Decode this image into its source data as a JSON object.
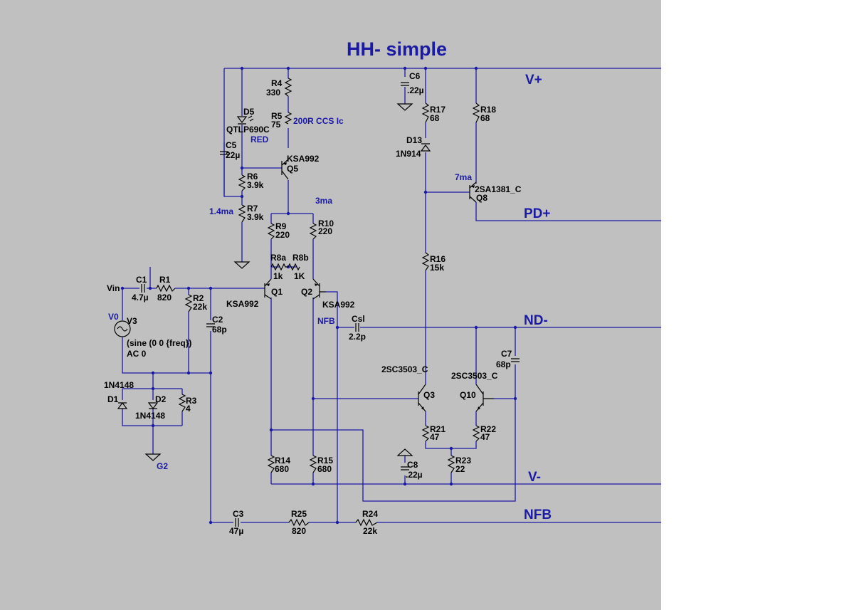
{
  "title": "HH- simple",
  "nets": {
    "vplus": "V+",
    "pdplus": "PD+",
    "ndminus": "ND-",
    "vminus": "V-",
    "nfb": "NFB",
    "g2": "G2",
    "v0": "V0",
    "vin": "Vin"
  },
  "annotations": {
    "ccs": "200R CCS Ic",
    "red": "RED",
    "i14": "1.4ma",
    "i3": "3ma",
    "i7": "7ma",
    "nfb_small": "NFB"
  },
  "parts": {
    "r4": {
      "ref": "R4",
      "val": "330"
    },
    "r5": {
      "ref": "R5",
      "val": "75"
    },
    "d5": {
      "ref": "D5",
      "val": "QTLP690C"
    },
    "c5": {
      "ref": "C5",
      "val": "22µ"
    },
    "q5": {
      "ref": "Q5",
      "val": "KSA992"
    },
    "r6": {
      "ref": "R6",
      "val": "3.9k"
    },
    "r7": {
      "ref": "R7",
      "val": "3.9k"
    },
    "r9": {
      "ref": "R9",
      "val": "220"
    },
    "r10": {
      "ref": "R10",
      "val": "220"
    },
    "r8a": {
      "ref": "R8a",
      "val": "1k"
    },
    "r8b": {
      "ref": "R8b",
      "val": "1K"
    },
    "q1": {
      "ref": "Q1",
      "val": "KSA992"
    },
    "q2": {
      "ref": "Q2",
      "val": "KSA992"
    },
    "c1": {
      "ref": "C1",
      "val": "4.7µ"
    },
    "r1": {
      "ref": "R1",
      "val": "820"
    },
    "r2": {
      "ref": "R2",
      "val": "22k"
    },
    "c2": {
      "ref": "C2",
      "val": "68p"
    },
    "v3": {
      "ref": "V3",
      "line1": "(sine (0 0 {freq})",
      "line2": "AC 0"
    },
    "d1": {
      "ref": "D1",
      "val": "1N4148"
    },
    "d2": {
      "ref": "D2",
      "val": "1N4148"
    },
    "r3": {
      "ref": "R3",
      "val": "4"
    },
    "r14": {
      "ref": "R14",
      "val": "680"
    },
    "r15": {
      "ref": "R15",
      "val": "680"
    },
    "c3": {
      "ref": "C3",
      "val": "47µ"
    },
    "r25": {
      "ref": "R25",
      "val": "820"
    },
    "r24": {
      "ref": "R24",
      "val": "22k"
    },
    "c6": {
      "ref": "C6",
      "val": ".22µ"
    },
    "r17": {
      "ref": "R17",
      "val": "68"
    },
    "r18": {
      "ref": "R18",
      "val": "68"
    },
    "d13": {
      "ref": "D13",
      "val": "1N914"
    },
    "q8": {
      "ref": "Q8",
      "val": "2SA1381_C"
    },
    "r16": {
      "ref": "R16",
      "val": "15k"
    },
    "csl": {
      "ref": "Csl",
      "val": "2.2p"
    },
    "c7": {
      "ref": "C7",
      "val": "68p"
    },
    "q3": {
      "ref": "Q3",
      "val": "2SC3503_C"
    },
    "q10": {
      "ref": "Q10",
      "val": "2SC3503_C"
    },
    "r21": {
      "ref": "R21",
      "val": "47"
    },
    "r22": {
      "ref": "R22",
      "val": "47"
    },
    "r23": {
      "ref": "R23",
      "val": "22"
    },
    "c8": {
      "ref": "C8",
      "val": ".22µ"
    }
  },
  "colors": {
    "wire": "#1a1aa6",
    "background": "#c0c0c0",
    "component": "#000000"
  }
}
